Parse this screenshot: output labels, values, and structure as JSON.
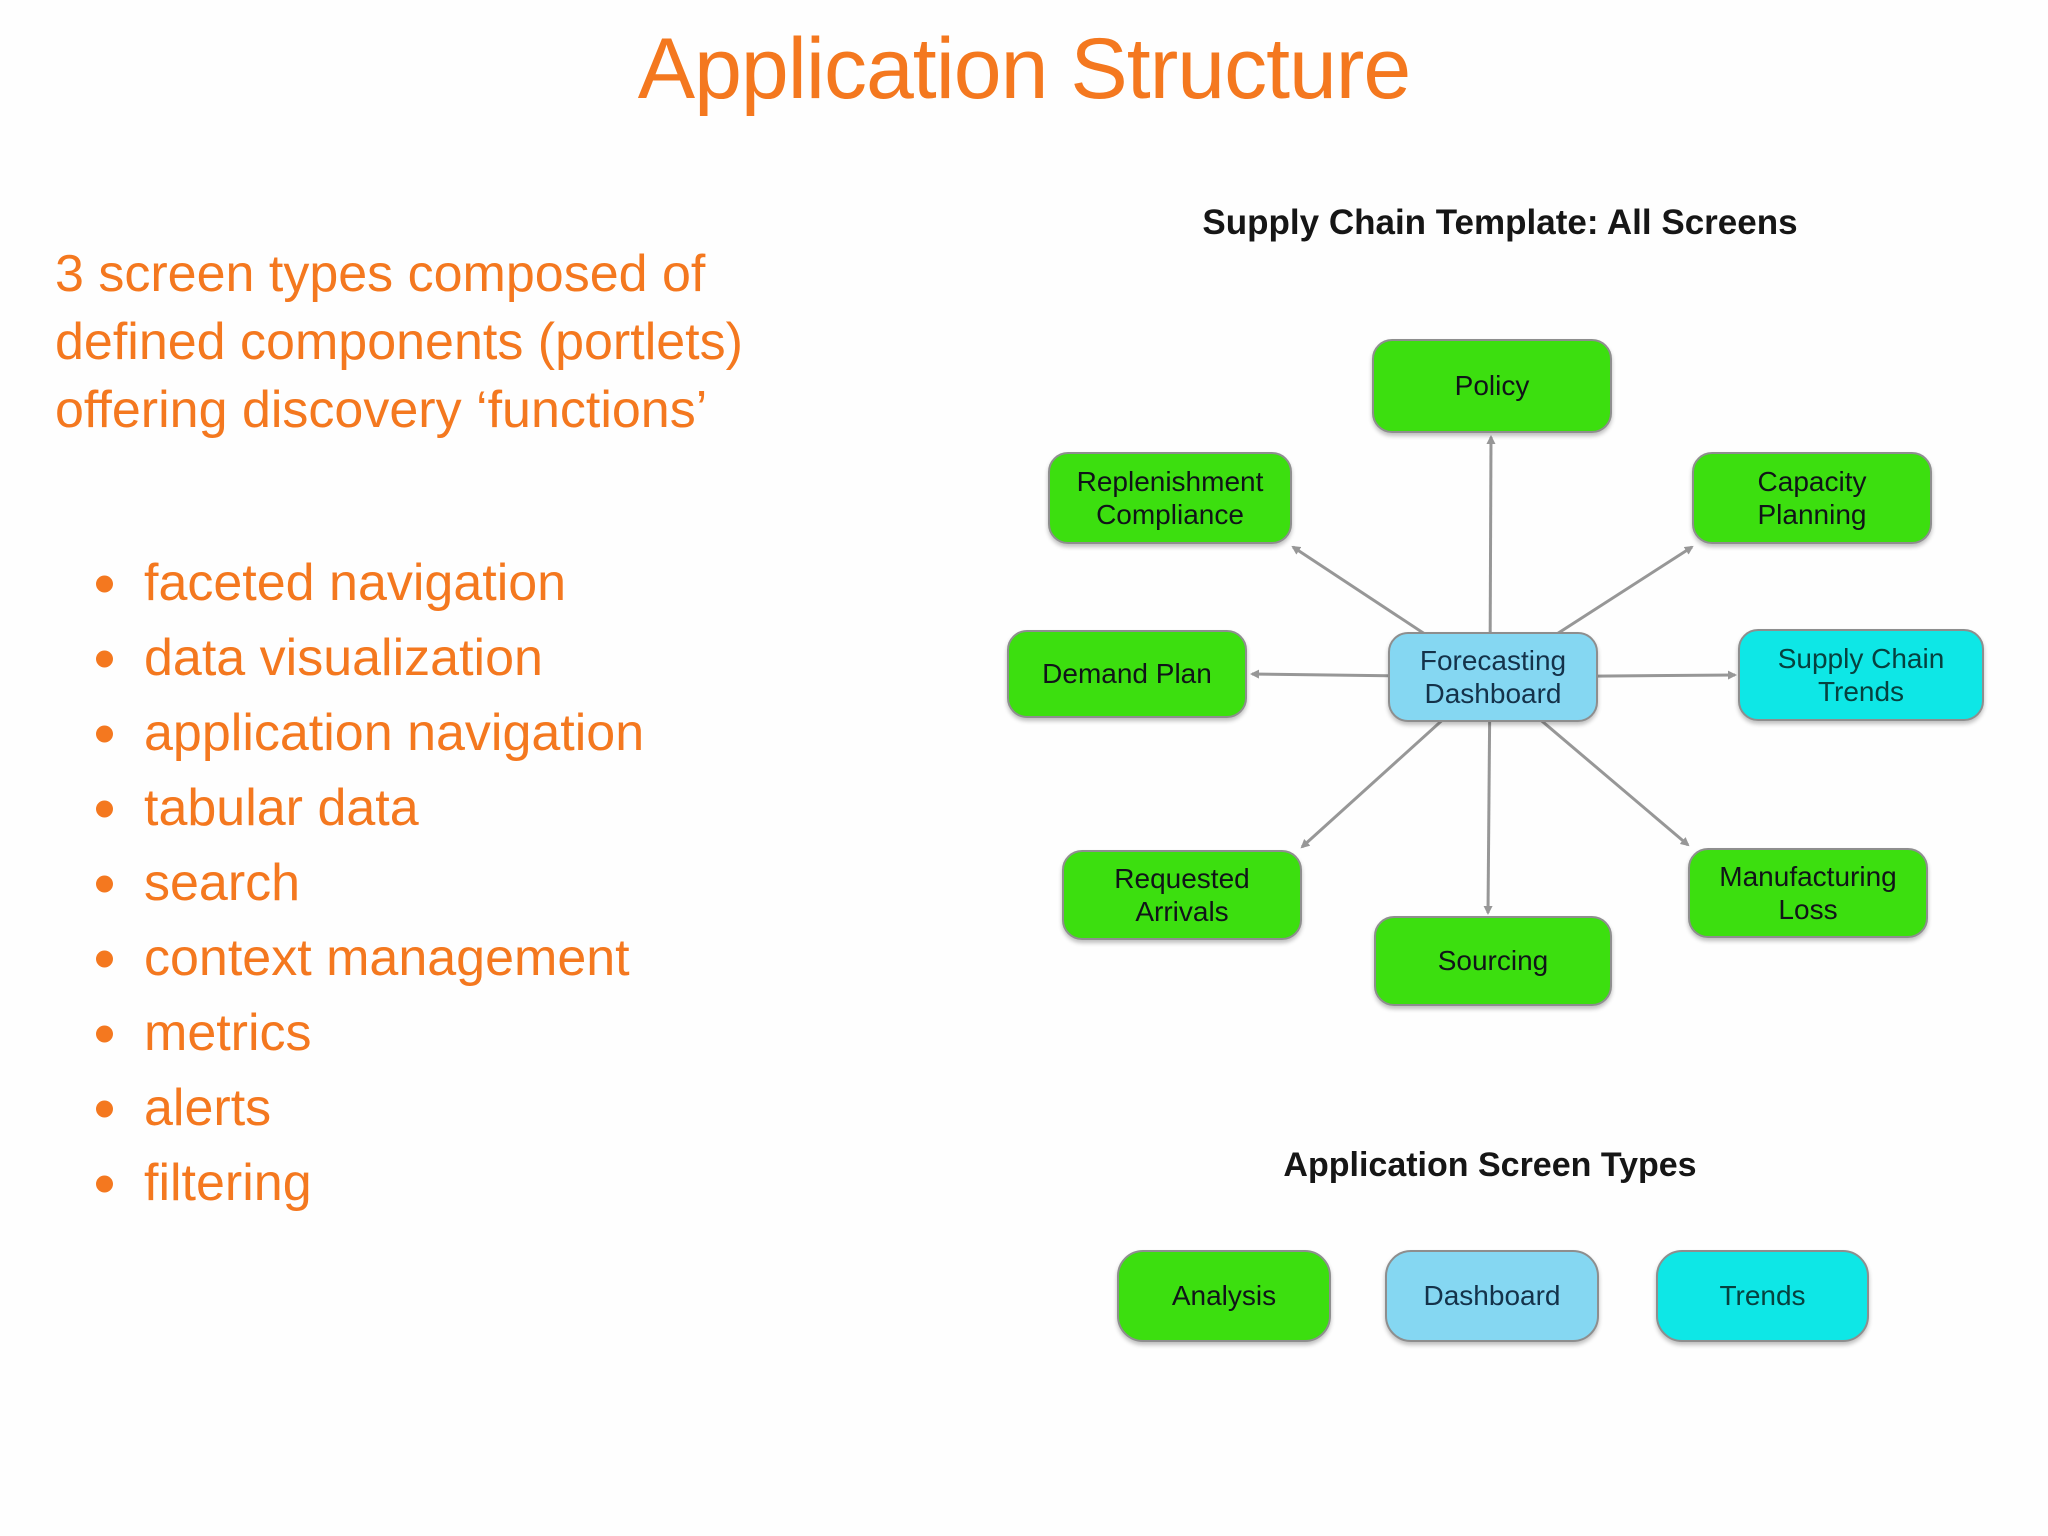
{
  "slide": {
    "title": "Application Structure",
    "intro_lines": [
      "3 screen types composed of",
      "defined components (portlets)",
      "offering discovery ‘functions’"
    ],
    "bullets": [
      "faceted navigation",
      "data visualization",
      "application navigation",
      "tabular data",
      "search",
      "context management",
      "metrics",
      "alerts",
      "filtering"
    ]
  },
  "diagram": {
    "title": "Supply Chain Template: All Screens",
    "hub": {
      "label": "Forecasting Dashboard",
      "type": "dashboard"
    },
    "nodes": [
      {
        "label": "Policy",
        "type": "analysis"
      },
      {
        "label": "Replenishment Compliance",
        "type": "analysis"
      },
      {
        "label": "Capacity Planning",
        "type": "analysis"
      },
      {
        "label": "Demand Plan",
        "type": "analysis"
      },
      {
        "label": "Forecasting Dashboard",
        "type": "dashboard"
      },
      {
        "label": "Supply Chain Trends",
        "type": "trends"
      },
      {
        "label": "Requested Arrivals",
        "type": "analysis"
      },
      {
        "label": "Manufacturing Loss",
        "type": "analysis"
      },
      {
        "label": "Sourcing",
        "type": "analysis"
      }
    ]
  },
  "screen_types": {
    "title": "Application Screen Types",
    "items": [
      {
        "label": "Analysis",
        "type": "analysis"
      },
      {
        "label": "Dashboard",
        "type": "dashboard"
      },
      {
        "label": "Trends",
        "type": "trends"
      }
    ]
  },
  "colors": {
    "accent_orange": "#f4781f",
    "node_green": "#3cdf0f",
    "node_blue": "#85d7f2",
    "node_cyan": "#0ee7e6",
    "connector_gray": "#979797",
    "heading_black": "#161616"
  }
}
